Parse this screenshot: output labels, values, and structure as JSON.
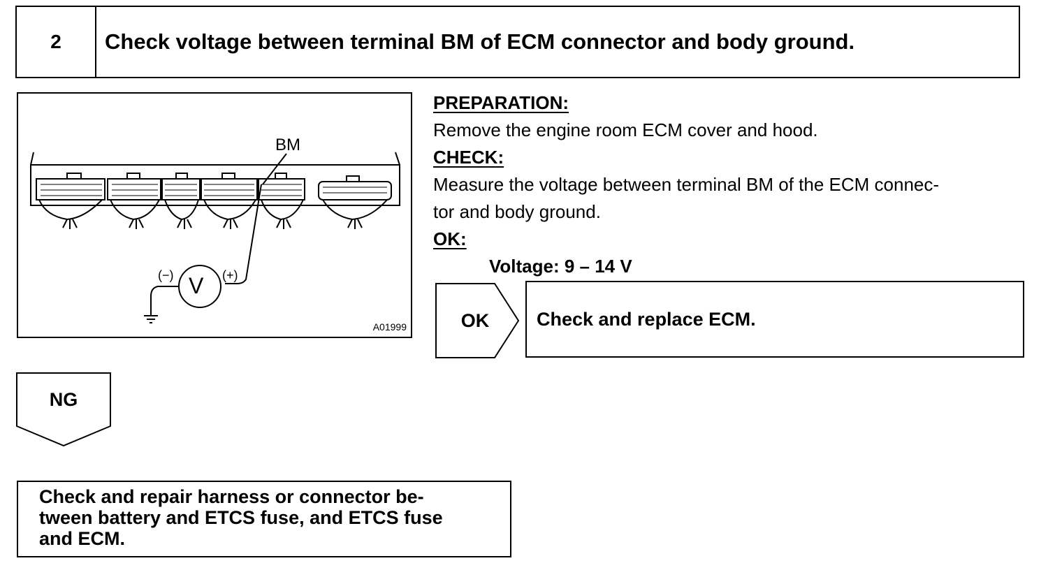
{
  "step": {
    "number": "2",
    "title": "Check voltage between terminal BM of ECM connector and body ground."
  },
  "figure": {
    "terminal_label": "BM",
    "neg_label": "(−)",
    "pos_label": "(+)",
    "meter_symbol": "V",
    "figure_id": "A01999"
  },
  "instructions": {
    "preparation_heading": "PREPARATION:",
    "preparation_text": "Remove the engine room ECM cover and hood.",
    "check_heading": "CHECK:",
    "check_text_line1": "Measure the voltage between terminal BM of the ECM connec-",
    "check_text_line2": "tor and body ground.",
    "ok_heading": "OK:",
    "ok_value": "Voltage: 9 – 14 V"
  },
  "ok_branch": {
    "tag": "OK",
    "action": "Check and replace ECM."
  },
  "ng_branch": {
    "tag": "NG",
    "action_line1": "Check and repair harness or connector be-",
    "action_line2": "tween battery and ETCS fuse, and ETCS fuse",
    "action_line3": "and ECM."
  }
}
